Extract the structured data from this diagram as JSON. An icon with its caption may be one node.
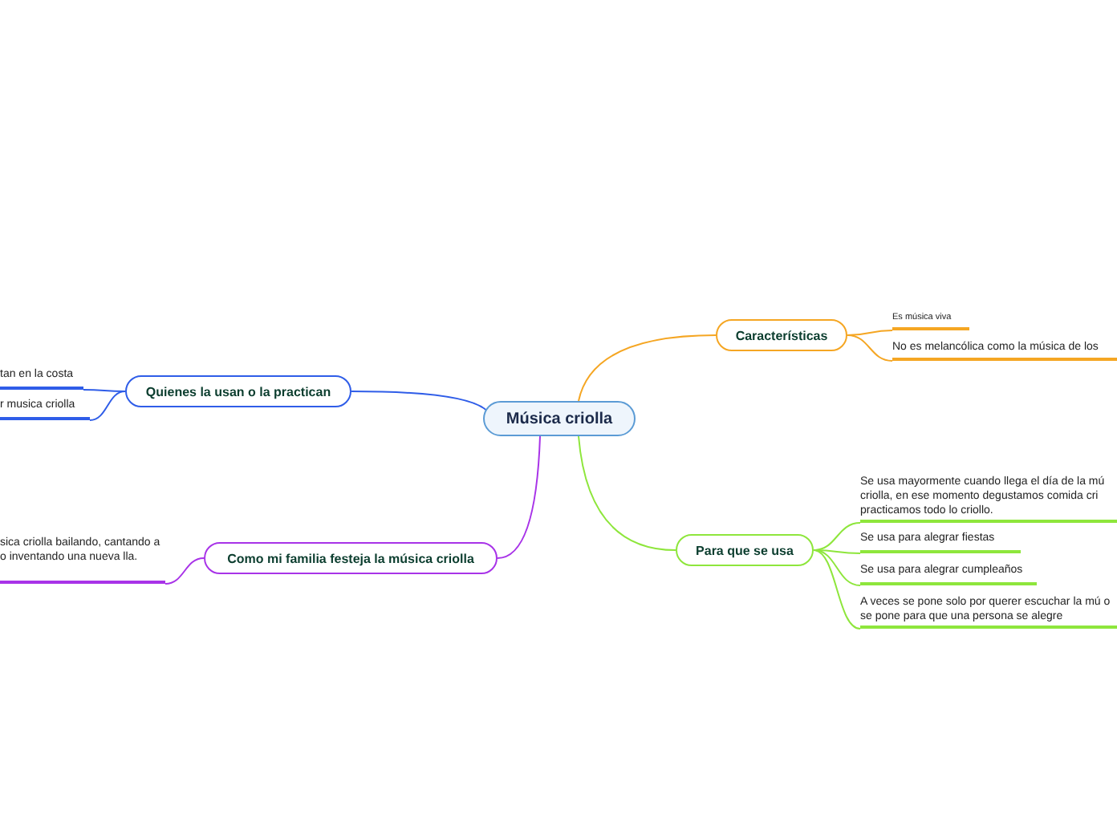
{
  "diagram": {
    "nodes": [
      {
        "text": [
          "Música criolla"
        ]
      },
      {
        "text": [
          "Características"
        ]
      },
      {
        "text": [
          "Es música viva"
        ]
      },
      {
        "text": [
          "No es melancólica como la música de los"
        ]
      },
      {
        "text": [
          "Para que se usa"
        ]
      },
      {
        "text": [
          "Se usa mayormente cuando llega el día de la mú criolla, en ese momento degustamos comida cri practicamos todo lo criollo."
        ]
      },
      {
        "text": [
          "Se usa para alegrar fiestas"
        ]
      },
      {
        "text": [
          "Se usa para alegrar cumpleaños"
        ]
      },
      {
        "text": [
          "A veces se pone solo por querer escuchar la mú o se pone para que una persona se alegre"
        ]
      },
      {
        "text": [
          "Quienes la usan o la practican"
        ]
      },
      {
        "text": [
          "tan en la costa"
        ]
      },
      {
        "text": [
          "r musica criolla"
        ]
      },
      {
        "text": [
          "Como mi familia festeja la música criolla"
        ]
      },
      {
        "text": [
          "sica criolla bailando, cantando a o inventando una nueva lla."
        ]
      }
    ],
    "edges": [
      {
        "from": 0,
        "to": 1,
        "arrow": "none",
        "color": "#f5a623"
      },
      {
        "from": 1,
        "to": 2,
        "arrow": "none",
        "color": "#f5a623"
      },
      {
        "from": 1,
        "to": 3,
        "arrow": "none",
        "color": "#f5a623"
      },
      {
        "from": 0,
        "to": 4,
        "arrow": "none",
        "color": "#8ee63c"
      },
      {
        "from": 4,
        "to": 5,
        "arrow": "none",
        "color": "#8ee63c"
      },
      {
        "from": 4,
        "to": 6,
        "arrow": "none",
        "color": "#8ee63c"
      },
      {
        "from": 4,
        "to": 7,
        "arrow": "none",
        "color": "#8ee63c"
      },
      {
        "from": 4,
        "to": 8,
        "arrow": "none",
        "color": "#8ee63c"
      },
      {
        "from": 0,
        "to": 9,
        "arrow": "none",
        "color": "#2f5de8"
      },
      {
        "from": 9,
        "to": 10,
        "arrow": "none",
        "color": "#2f5de8"
      },
      {
        "from": 9,
        "to": 11,
        "arrow": "none",
        "color": "#2f5de8"
      },
      {
        "from": 0,
        "to": 12,
        "arrow": "none",
        "color": "#a833e8"
      },
      {
        "from": 12,
        "to": 13,
        "arrow": "none",
        "color": "#a833e8"
      }
    ]
  }
}
